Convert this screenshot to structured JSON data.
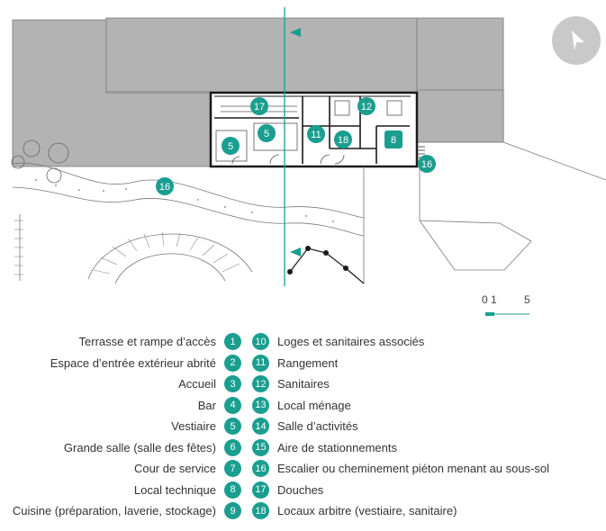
{
  "scale": {
    "label_zero_one": "0 1",
    "label_five": "5"
  },
  "markers": [
    {
      "room": "room_17",
      "label": "17"
    },
    {
      "room": "room_12",
      "label": "12"
    },
    {
      "room": "room_5a",
      "label": "5"
    },
    {
      "room": "room_5b",
      "label": "5"
    },
    {
      "room": "room_11",
      "label": "11"
    },
    {
      "room": "room_18",
      "label": "18"
    },
    {
      "room": "room_8",
      "label": "8"
    },
    {
      "room": "stair_16a",
      "label": "16"
    },
    {
      "room": "stair_16b",
      "label": "16"
    }
  ],
  "legend_left": [
    {
      "num": "1",
      "label": "Terrasse et rampe d’accès"
    },
    {
      "num": "2",
      "label": "Espace d’entrée extérieur abrité"
    },
    {
      "num": "3",
      "label": "Accueil"
    },
    {
      "num": "4",
      "label": "Bar"
    },
    {
      "num": "5",
      "label": "Vestiaire"
    },
    {
      "num": "6",
      "label": "Grande salle (salle des fêtes)"
    },
    {
      "num": "7",
      "label": "Cour de service"
    },
    {
      "num": "8",
      "label": "Local technique"
    },
    {
      "num": "9",
      "label": "Cuisine (préparation, laverie, stockage)"
    }
  ],
  "legend_right": [
    {
      "num": "10",
      "label": "Loges et sanitaires associés"
    },
    {
      "num": "11",
      "label": "Rangement"
    },
    {
      "num": "12",
      "label": "Sanitaires"
    },
    {
      "num": "13",
      "label": "Local ménage"
    },
    {
      "num": "14",
      "label": "Salle d’activités"
    },
    {
      "num": "15",
      "label": "Aire de stationnements"
    },
    {
      "num": "16",
      "label": "Escalier ou cheminement piéton menant au sous-sol"
    },
    {
      "num": "17",
      "label": "Douches"
    },
    {
      "num": "18",
      "label": "Locaux arbitre (vestiaire, sanitaire)"
    }
  ],
  "colors": {
    "accent": "#1a9e8f",
    "building_fill": "#b3b3b3",
    "wall": "#1a1a1a",
    "nav": "#c9c9c9"
  },
  "icons": {
    "north": "north-arrow-icon",
    "section": "section-arrow-icon"
  }
}
